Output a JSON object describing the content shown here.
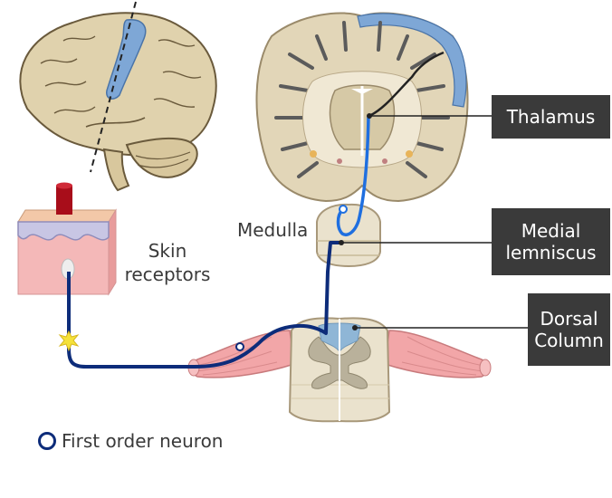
{
  "labels": {
    "thalamus": "Thalamus",
    "medial_lemniscus": "Medial\nlemniscus",
    "dorsal_column": "Dorsal\nColumn",
    "medulla": "Medulla",
    "skin_receptors": "Skin\nreceptors"
  },
  "legend": {
    "first_order_neuron": "First order neuron"
  },
  "colors": {
    "neuron_first_order": "#0d2c7a",
    "neuron_second_order": "#1f6fe0",
    "callout_bg": "#3a3a3a",
    "cortex_highlight": "#7ea7d6"
  }
}
